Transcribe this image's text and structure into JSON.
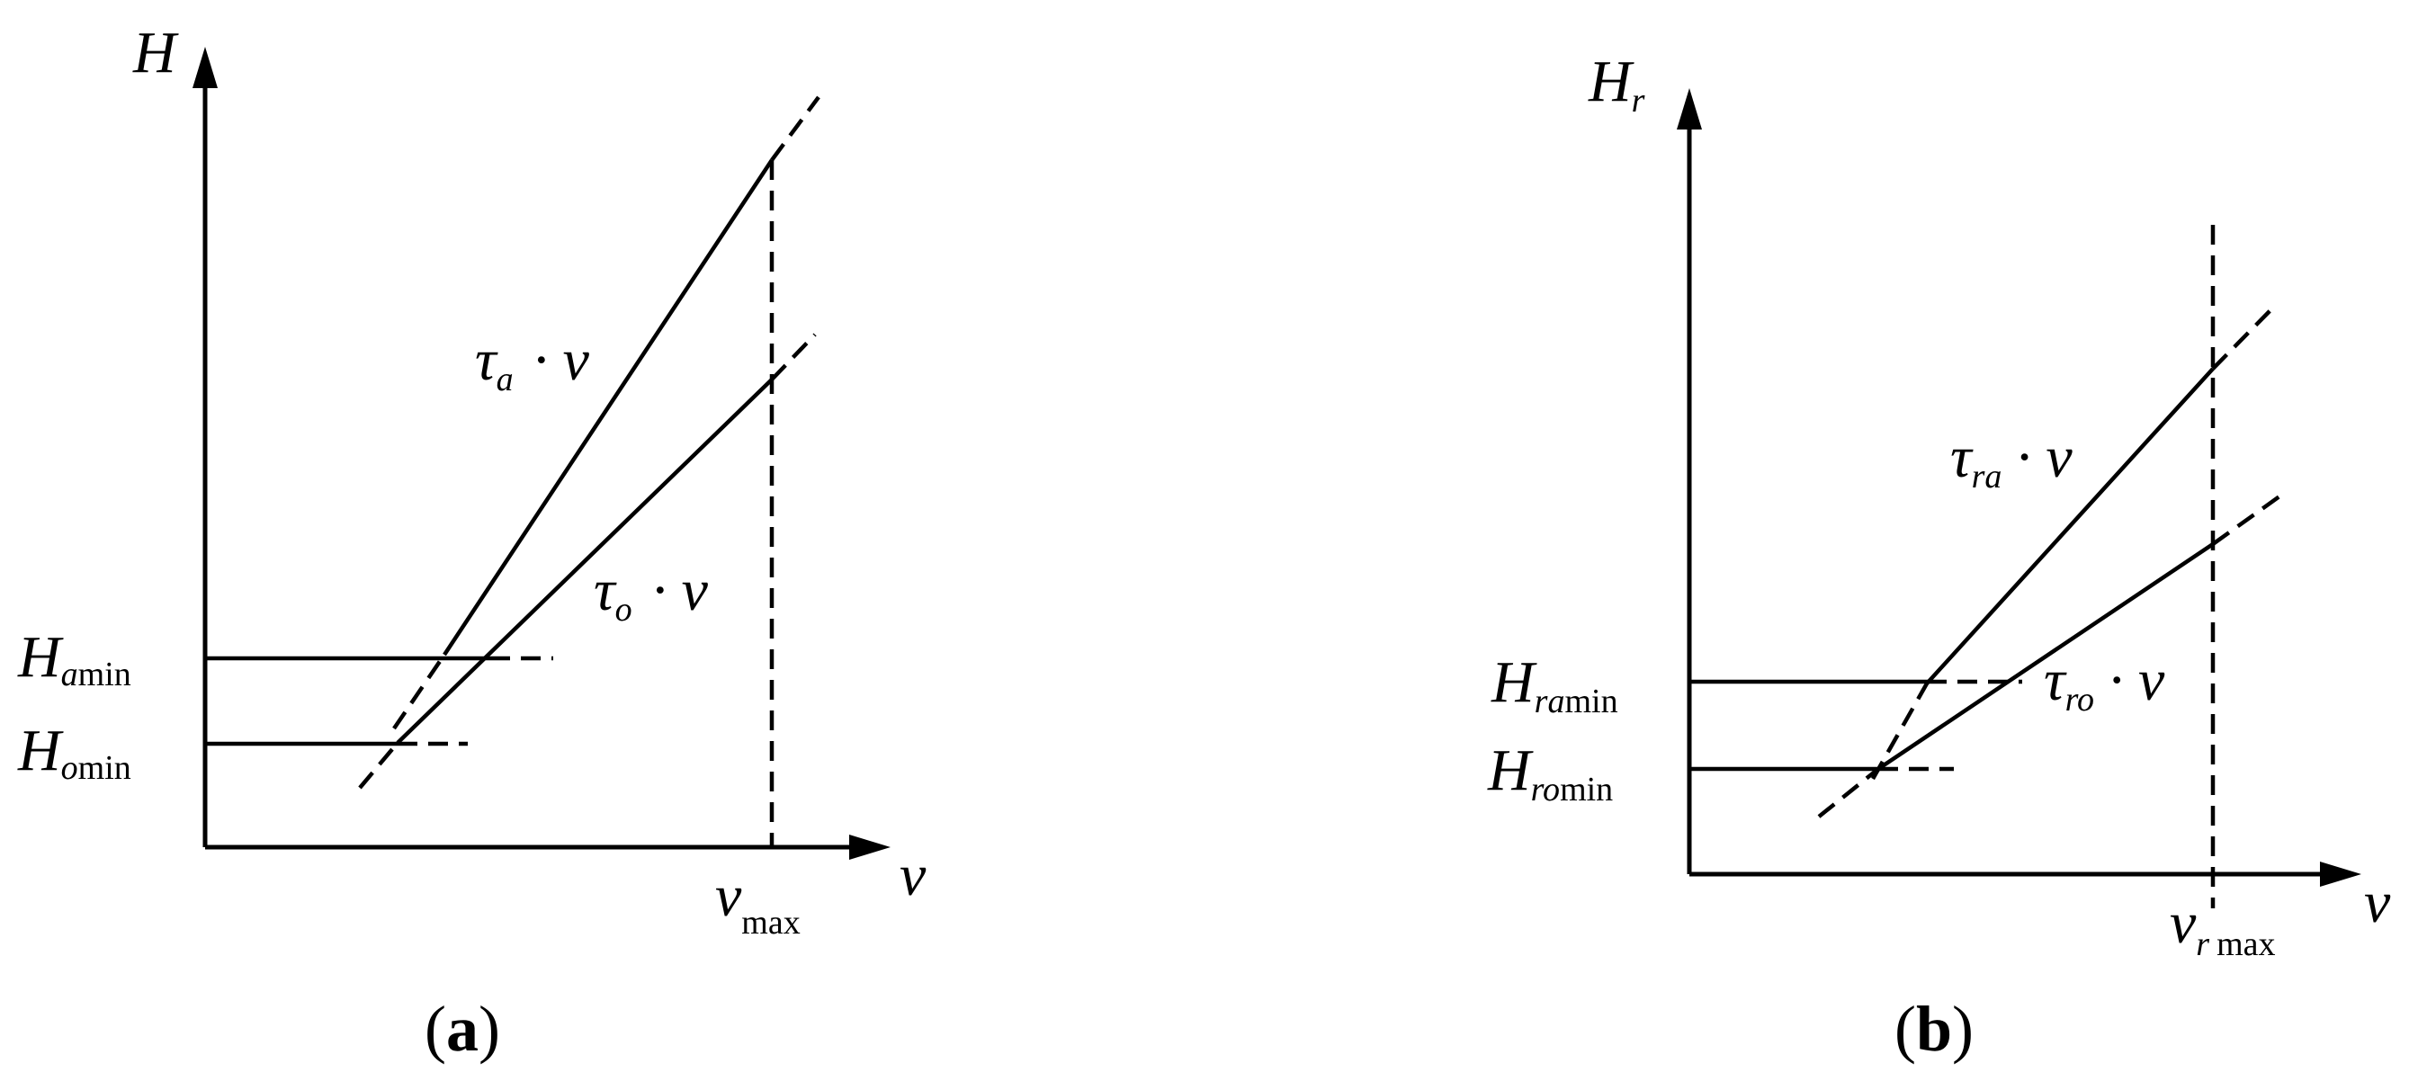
{
  "panels": [
    {
      "id": "a",
      "caption_open": "(",
      "caption_letter": "a",
      "caption_close": ")",
      "y_axis": {
        "main": "H",
        "sub": ""
      },
      "x_axis": {
        "main": "v"
      },
      "line_labels": [
        {
          "main": "τ",
          "sub": "a",
          "tail": "· v"
        },
        {
          "main": "τ",
          "sub": "o",
          "tail": "· v"
        }
      ],
      "level_labels": [
        {
          "main": "H",
          "sub": "a",
          "tail": "min"
        },
        {
          "main": "H",
          "sub": "o",
          "tail": "min"
        }
      ],
      "vmax_label": {
        "main": "v",
        "sub": "",
        "tail": "max"
      }
    },
    {
      "id": "b",
      "caption_open": "(",
      "caption_letter": "b",
      "caption_close": ")",
      "y_axis": {
        "main": "H",
        "sub": "r"
      },
      "x_axis": {
        "main": "v"
      },
      "line_labels": [
        {
          "main": "τ",
          "sub": "ra",
          "tail": "· v"
        },
        {
          "main": "τ",
          "sub": "ro",
          "tail": "· v"
        }
      ],
      "level_labels": [
        {
          "main": "H",
          "sub": "ra",
          "tail": "min"
        },
        {
          "main": "H",
          "sub": "ro",
          "tail": "min"
        }
      ],
      "vmax_label": {
        "main": "v",
        "sub": "r",
        "tail": "max"
      }
    }
  ]
}
